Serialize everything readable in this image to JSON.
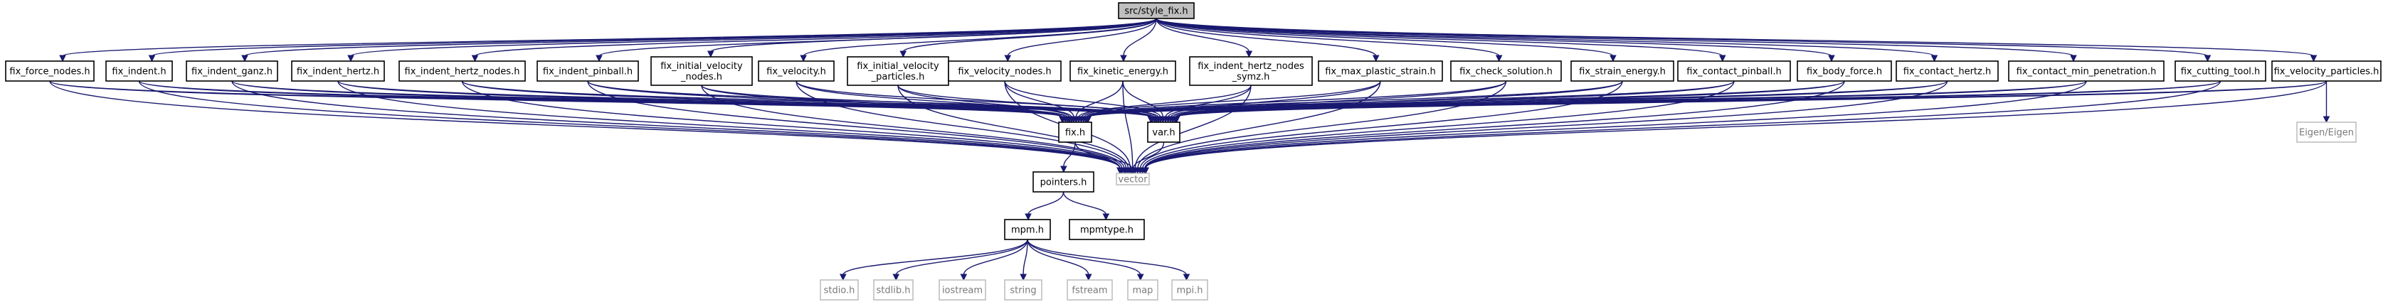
{
  "graph": {
    "colors": {
      "edge": "#191970",
      "root_fill": "#bfbfbf",
      "node_border": "#000000",
      "external_border": "#bfbfbf",
      "external_text": "#7a7a7a",
      "background": "#ffffff"
    },
    "nodes": [
      {
        "id": "root",
        "lines": [
          "src/style_fix.h"
        ],
        "kind": "root"
      },
      {
        "id": "force_nodes",
        "lines": [
          "fix_force_nodes.h"
        ],
        "kind": "file"
      },
      {
        "id": "indent",
        "lines": [
          "fix_indent.h"
        ],
        "kind": "file"
      },
      {
        "id": "indent_ganz",
        "lines": [
          "fix_indent_ganz.h"
        ],
        "kind": "file"
      },
      {
        "id": "indent_hertz",
        "lines": [
          "fix_indent_hertz.h"
        ],
        "kind": "file"
      },
      {
        "id": "indent_hertz_nodes",
        "lines": [
          "fix_indent_hertz_nodes.h"
        ],
        "kind": "file"
      },
      {
        "id": "indent_pinball",
        "lines": [
          "fix_indent_pinball.h"
        ],
        "kind": "file"
      },
      {
        "id": "init_vel_nodes",
        "lines": [
          "fix_initial_velocity",
          "_nodes.h"
        ],
        "kind": "file"
      },
      {
        "id": "velocity",
        "lines": [
          "fix_velocity.h"
        ],
        "kind": "file"
      },
      {
        "id": "init_vel_particles",
        "lines": [
          "fix_initial_velocity",
          "_particles.h"
        ],
        "kind": "file"
      },
      {
        "id": "velocity_nodes",
        "lines": [
          "fix_velocity_nodes.h"
        ],
        "kind": "file"
      },
      {
        "id": "kinetic",
        "lines": [
          "fix_kinetic_energy.h"
        ],
        "kind": "file"
      },
      {
        "id": "hertz_symz",
        "lines": [
          "fix_indent_hertz_nodes",
          "_symz.h"
        ],
        "kind": "file"
      },
      {
        "id": "max_plastic",
        "lines": [
          "fix_max_plastic_strain.h"
        ],
        "kind": "file"
      },
      {
        "id": "check_solution",
        "lines": [
          "fix_check_solution.h"
        ],
        "kind": "file"
      },
      {
        "id": "strain_energy",
        "lines": [
          "fix_strain_energy.h"
        ],
        "kind": "file"
      },
      {
        "id": "contact_pinball",
        "lines": [
          "fix_contact_pinball.h"
        ],
        "kind": "file"
      },
      {
        "id": "body_force",
        "lines": [
          "fix_body_force.h"
        ],
        "kind": "file"
      },
      {
        "id": "contact_hertz",
        "lines": [
          "fix_contact_hertz.h"
        ],
        "kind": "file"
      },
      {
        "id": "contact_min_pen",
        "lines": [
          "fix_contact_min_penetration.h"
        ],
        "kind": "file"
      },
      {
        "id": "cutting_tool",
        "lines": [
          "fix_cutting_tool.h"
        ],
        "kind": "file"
      },
      {
        "id": "velocity_particles",
        "lines": [
          "fix_velocity_particles.h"
        ],
        "kind": "file"
      },
      {
        "id": "fix",
        "lines": [
          "fix.h"
        ],
        "kind": "file"
      },
      {
        "id": "var",
        "lines": [
          "var.h"
        ],
        "kind": "file"
      },
      {
        "id": "vector",
        "lines": [
          "vector"
        ],
        "kind": "external"
      },
      {
        "id": "eigen",
        "lines": [
          "Eigen/Eigen"
        ],
        "kind": "external"
      },
      {
        "id": "pointers",
        "lines": [
          "pointers.h"
        ],
        "kind": "file"
      },
      {
        "id": "mpmtype",
        "lines": [
          "mpmtype.h"
        ],
        "kind": "file"
      },
      {
        "id": "mpm",
        "lines": [
          "mpm.h"
        ],
        "kind": "file"
      },
      {
        "id": "stdio",
        "lines": [
          "stdio.h"
        ],
        "kind": "external"
      },
      {
        "id": "stdlib",
        "lines": [
          "stdlib.h"
        ],
        "kind": "external"
      },
      {
        "id": "iostream",
        "lines": [
          "iostream"
        ],
        "kind": "external"
      },
      {
        "id": "string",
        "lines": [
          "string"
        ],
        "kind": "external"
      },
      {
        "id": "fstream",
        "lines": [
          "fstream"
        ],
        "kind": "external"
      },
      {
        "id": "map",
        "lines": [
          "map"
        ],
        "kind": "external"
      },
      {
        "id": "mpi",
        "lines": [
          "mpi.h"
        ],
        "kind": "external"
      }
    ],
    "edges": [
      [
        "root",
        "force_nodes"
      ],
      [
        "root",
        "indent"
      ],
      [
        "root",
        "indent_ganz"
      ],
      [
        "root",
        "indent_hertz"
      ],
      [
        "root",
        "indent_hertz_nodes"
      ],
      [
        "root",
        "indent_pinball"
      ],
      [
        "root",
        "init_vel_nodes"
      ],
      [
        "root",
        "velocity"
      ],
      [
        "root",
        "init_vel_particles"
      ],
      [
        "root",
        "velocity_nodes"
      ],
      [
        "root",
        "kinetic"
      ],
      [
        "root",
        "hertz_symz"
      ],
      [
        "root",
        "max_plastic"
      ],
      [
        "root",
        "check_solution"
      ],
      [
        "root",
        "strain_energy"
      ],
      [
        "root",
        "contact_pinball"
      ],
      [
        "root",
        "body_force"
      ],
      [
        "root",
        "contact_hertz"
      ],
      [
        "root",
        "contact_min_pen"
      ],
      [
        "root",
        "cutting_tool"
      ],
      [
        "root",
        "velocity_particles"
      ],
      [
        "force_nodes",
        "fix"
      ],
      [
        "force_nodes",
        "var"
      ],
      [
        "force_nodes",
        "vector"
      ],
      [
        "indent",
        "fix"
      ],
      [
        "indent",
        "var"
      ],
      [
        "indent",
        "vector"
      ],
      [
        "indent_ganz",
        "fix"
      ],
      [
        "indent_ganz",
        "var"
      ],
      [
        "indent_ganz",
        "vector"
      ],
      [
        "indent_hertz",
        "fix"
      ],
      [
        "indent_hertz",
        "var"
      ],
      [
        "indent_hertz",
        "vector"
      ],
      [
        "indent_hertz_nodes",
        "fix"
      ],
      [
        "indent_hertz_nodes",
        "var"
      ],
      [
        "indent_hertz_nodes",
        "vector"
      ],
      [
        "indent_pinball",
        "fix"
      ],
      [
        "indent_pinball",
        "var"
      ],
      [
        "indent_pinball",
        "vector"
      ],
      [
        "init_vel_nodes",
        "fix"
      ],
      [
        "init_vel_nodes",
        "var"
      ],
      [
        "init_vel_nodes",
        "vector"
      ],
      [
        "velocity",
        "fix"
      ],
      [
        "velocity",
        "var"
      ],
      [
        "velocity",
        "vector"
      ],
      [
        "init_vel_particles",
        "fix"
      ],
      [
        "init_vel_particles",
        "var"
      ],
      [
        "init_vel_particles",
        "vector"
      ],
      [
        "velocity_nodes",
        "fix"
      ],
      [
        "velocity_nodes",
        "var"
      ],
      [
        "velocity_nodes",
        "vector"
      ],
      [
        "kinetic",
        "fix"
      ],
      [
        "kinetic",
        "var"
      ],
      [
        "kinetic",
        "vector"
      ],
      [
        "hertz_symz",
        "fix"
      ],
      [
        "hertz_symz",
        "var"
      ],
      [
        "hertz_symz",
        "vector"
      ],
      [
        "max_plastic",
        "fix"
      ],
      [
        "max_plastic",
        "var"
      ],
      [
        "max_plastic",
        "vector"
      ],
      [
        "check_solution",
        "fix"
      ],
      [
        "check_solution",
        "var"
      ],
      [
        "check_solution",
        "vector"
      ],
      [
        "strain_energy",
        "fix"
      ],
      [
        "strain_energy",
        "var"
      ],
      [
        "strain_energy",
        "vector"
      ],
      [
        "contact_pinball",
        "fix"
      ],
      [
        "contact_pinball",
        "var"
      ],
      [
        "contact_pinball",
        "vector"
      ],
      [
        "body_force",
        "fix"
      ],
      [
        "body_force",
        "var"
      ],
      [
        "body_force",
        "vector"
      ],
      [
        "contact_hertz",
        "fix"
      ],
      [
        "contact_hertz",
        "var"
      ],
      [
        "contact_hertz",
        "vector"
      ],
      [
        "contact_min_pen",
        "fix"
      ],
      [
        "contact_min_pen",
        "var"
      ],
      [
        "contact_min_pen",
        "vector"
      ],
      [
        "cutting_tool",
        "fix"
      ],
      [
        "cutting_tool",
        "var"
      ],
      [
        "cutting_tool",
        "vector"
      ],
      [
        "velocity_particles",
        "fix"
      ],
      [
        "velocity_particles",
        "var"
      ],
      [
        "velocity_particles",
        "vector"
      ],
      [
        "velocity_particles",
        "eigen"
      ],
      [
        "fix",
        "pointers"
      ],
      [
        "fix",
        "vector"
      ],
      [
        "var",
        "vector"
      ],
      [
        "pointers",
        "mpm"
      ],
      [
        "pointers",
        "mpmtype"
      ],
      [
        "mpm",
        "stdio"
      ],
      [
        "mpm",
        "stdlib"
      ],
      [
        "mpm",
        "iostream"
      ],
      [
        "mpm",
        "string"
      ],
      [
        "mpm",
        "fstream"
      ],
      [
        "mpm",
        "map"
      ],
      [
        "mpm",
        "mpi"
      ]
    ]
  }
}
